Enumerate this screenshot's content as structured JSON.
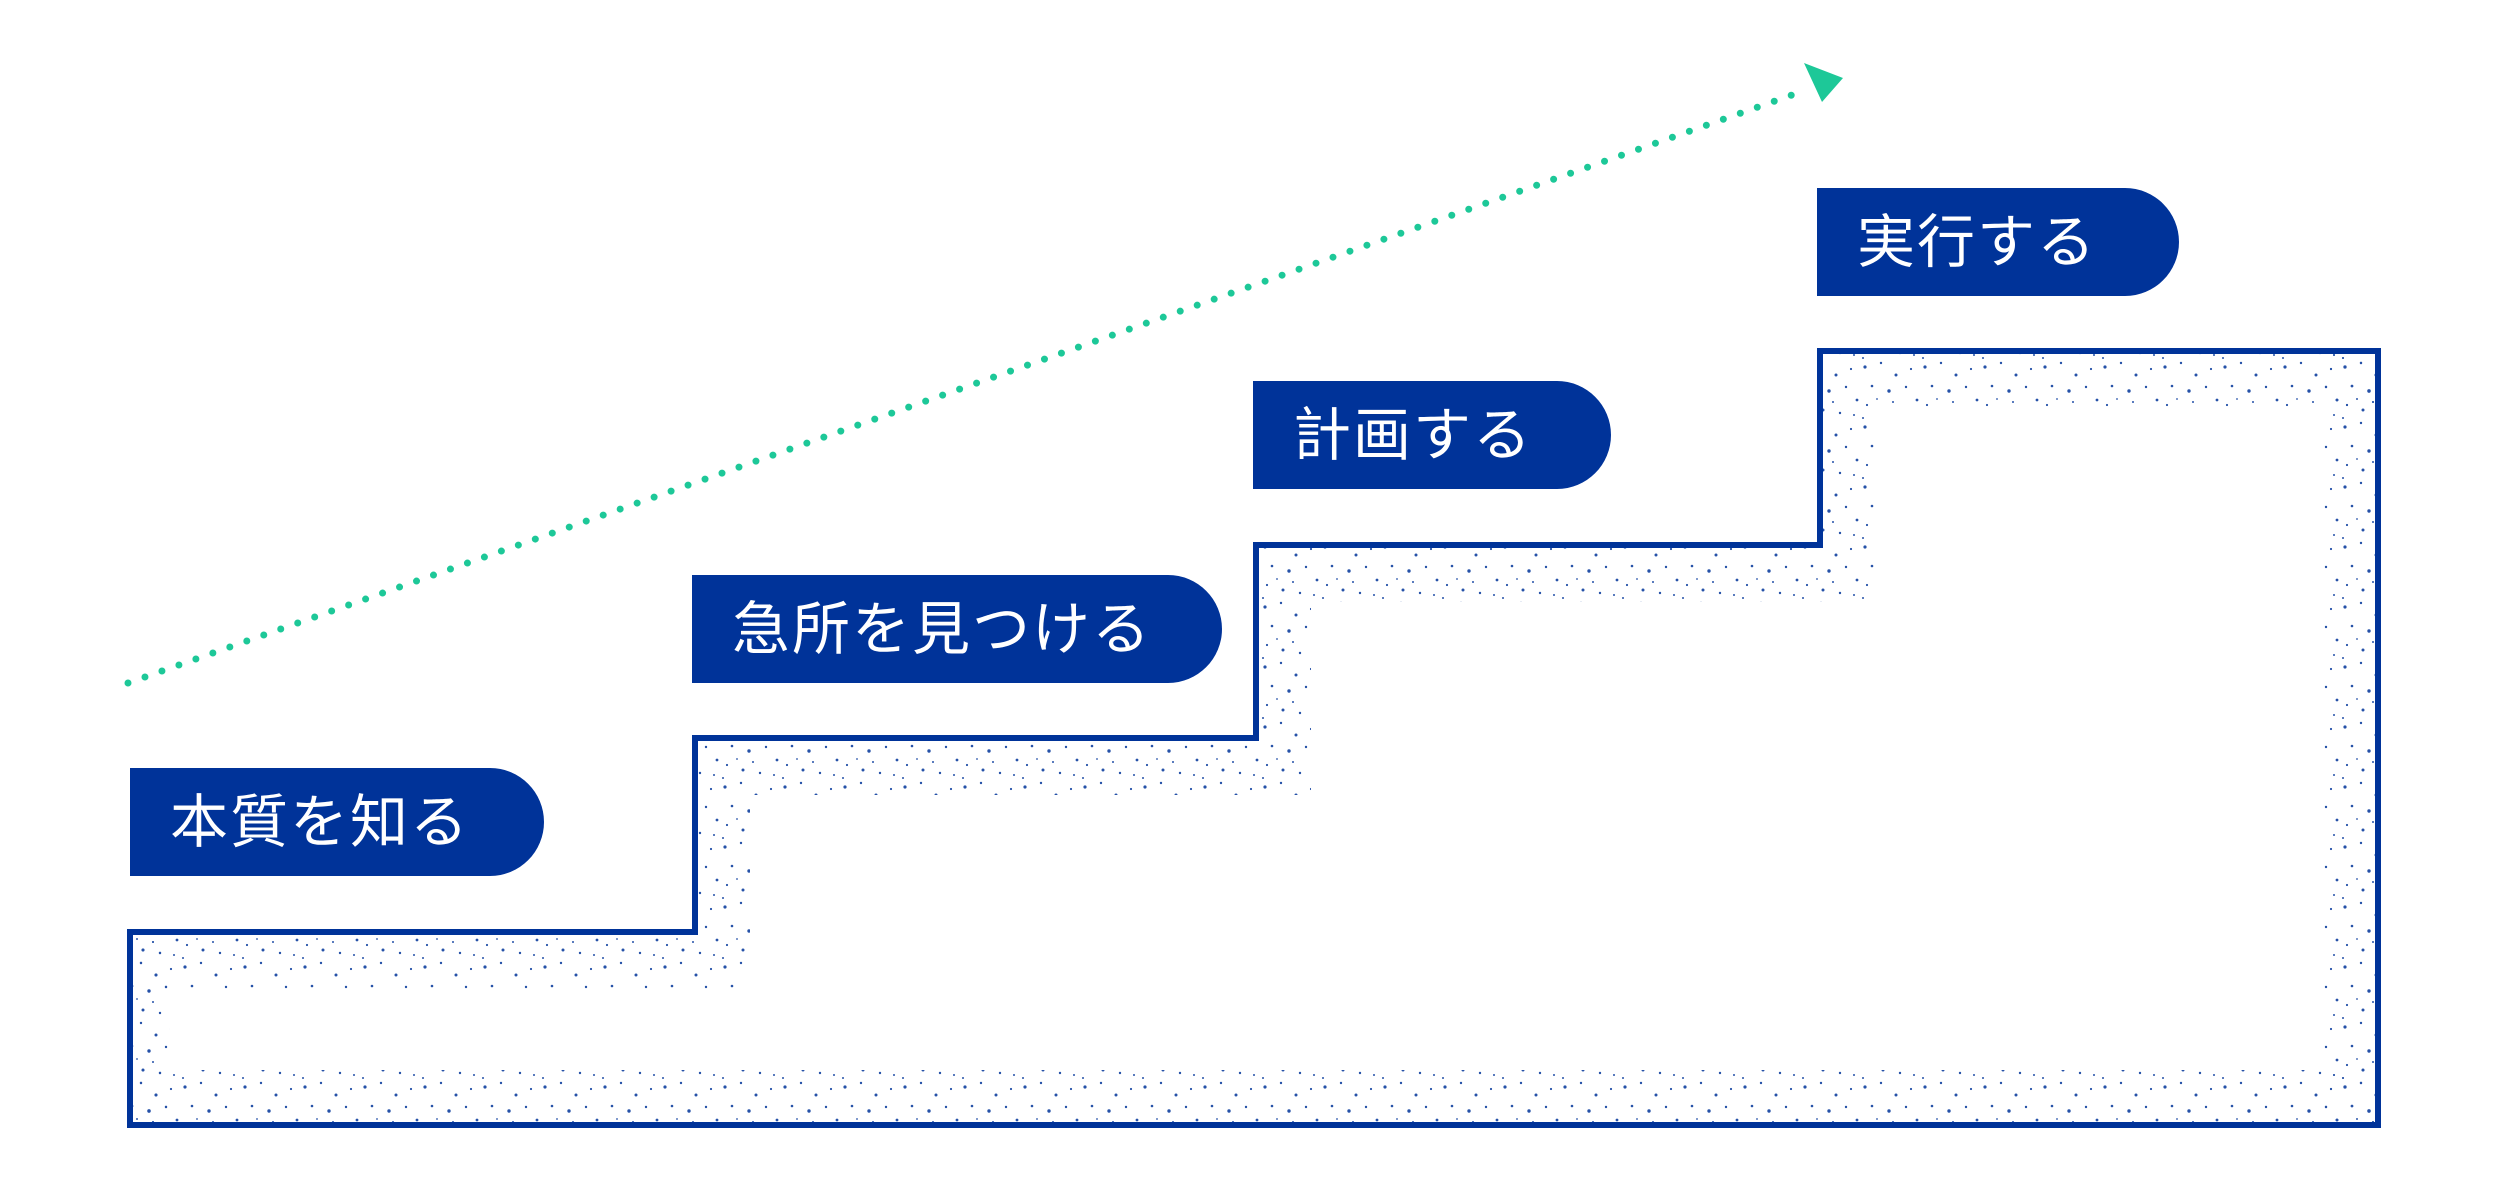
{
  "diagram": {
    "steps": [
      {
        "label": "本質を知る"
      },
      {
        "label": "急所を見つける"
      },
      {
        "label": "計画する"
      },
      {
        "label": "実行する"
      }
    ],
    "colors": {
      "primary": "#003399",
      "arrow": "#1dc898",
      "label_text": "#ffffff",
      "background": "#ffffff"
    },
    "icons": {
      "arrow": "arrow-head-icon"
    }
  }
}
